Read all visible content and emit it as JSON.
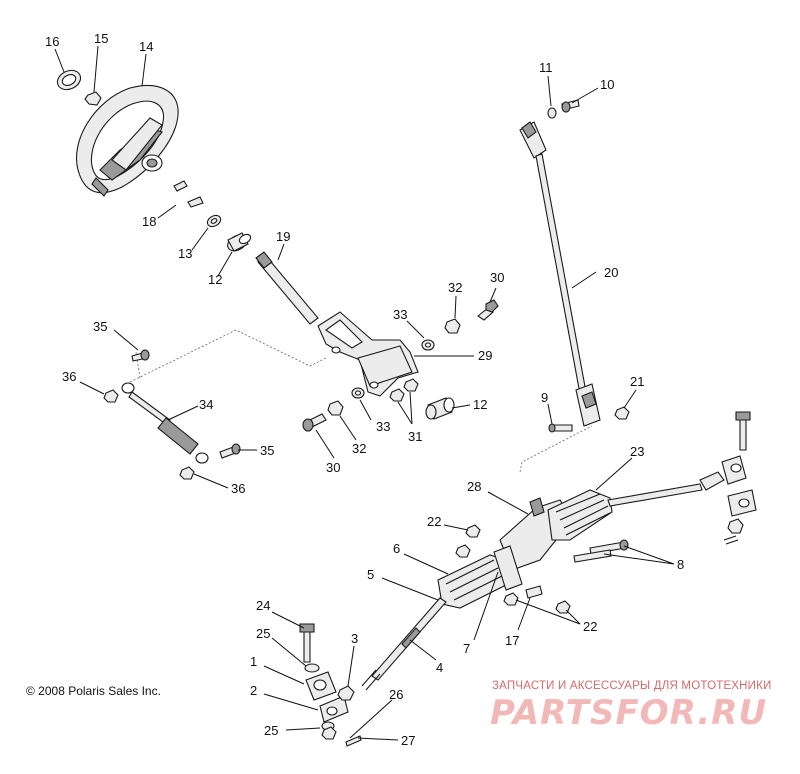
{
  "diagram": {
    "callouts": [
      {
        "id": "16",
        "label": "16"
      },
      {
        "id": "15",
        "label": "15"
      },
      {
        "id": "14",
        "label": "14"
      },
      {
        "id": "11",
        "label": "11"
      },
      {
        "id": "10",
        "label": "10"
      },
      {
        "id": "18",
        "label": "18"
      },
      {
        "id": "13",
        "label": "13"
      },
      {
        "id": "12a",
        "label": "12"
      },
      {
        "id": "19",
        "label": "19"
      },
      {
        "id": "20",
        "label": "20"
      },
      {
        "id": "32a",
        "label": "32"
      },
      {
        "id": "30a",
        "label": "30"
      },
      {
        "id": "33a",
        "label": "33"
      },
      {
        "id": "35a",
        "label": "35"
      },
      {
        "id": "29",
        "label": "29"
      },
      {
        "id": "36a",
        "label": "36"
      },
      {
        "id": "34",
        "label": "34"
      },
      {
        "id": "33b",
        "label": "33"
      },
      {
        "id": "12b",
        "label": "12"
      },
      {
        "id": "9",
        "label": "9"
      },
      {
        "id": "21",
        "label": "21"
      },
      {
        "id": "31",
        "label": "31"
      },
      {
        "id": "35b",
        "label": "35"
      },
      {
        "id": "32b",
        "label": "32"
      },
      {
        "id": "30b",
        "label": "30"
      },
      {
        "id": "36b",
        "label": "36"
      },
      {
        "id": "23",
        "label": "23"
      },
      {
        "id": "28",
        "label": "28"
      },
      {
        "id": "22a",
        "label": "22"
      },
      {
        "id": "6",
        "label": "6"
      },
      {
        "id": "8",
        "label": "8"
      },
      {
        "id": "5",
        "label": "5"
      },
      {
        "id": "24",
        "label": "24"
      },
      {
        "id": "22b",
        "label": "22"
      },
      {
        "id": "17",
        "label": "17"
      },
      {
        "id": "25a",
        "label": "25"
      },
      {
        "id": "3",
        "label": "3"
      },
      {
        "id": "7",
        "label": "7"
      },
      {
        "id": "4",
        "label": "4"
      },
      {
        "id": "1",
        "label": "1"
      },
      {
        "id": "2",
        "label": "2"
      },
      {
        "id": "26",
        "label": "26"
      },
      {
        "id": "25b",
        "label": "25"
      },
      {
        "id": "27",
        "label": "27"
      }
    ]
  },
  "copyright": "© 2008 Polaris Sales Inc.",
  "watermark": {
    "tagline": "ЗАПЧАСТИ И АКСЕССУАРЫ ДЛЯ МОТОТЕХНИКИ",
    "logo": "PARTSFOR.RU",
    "color": "#e06060"
  }
}
